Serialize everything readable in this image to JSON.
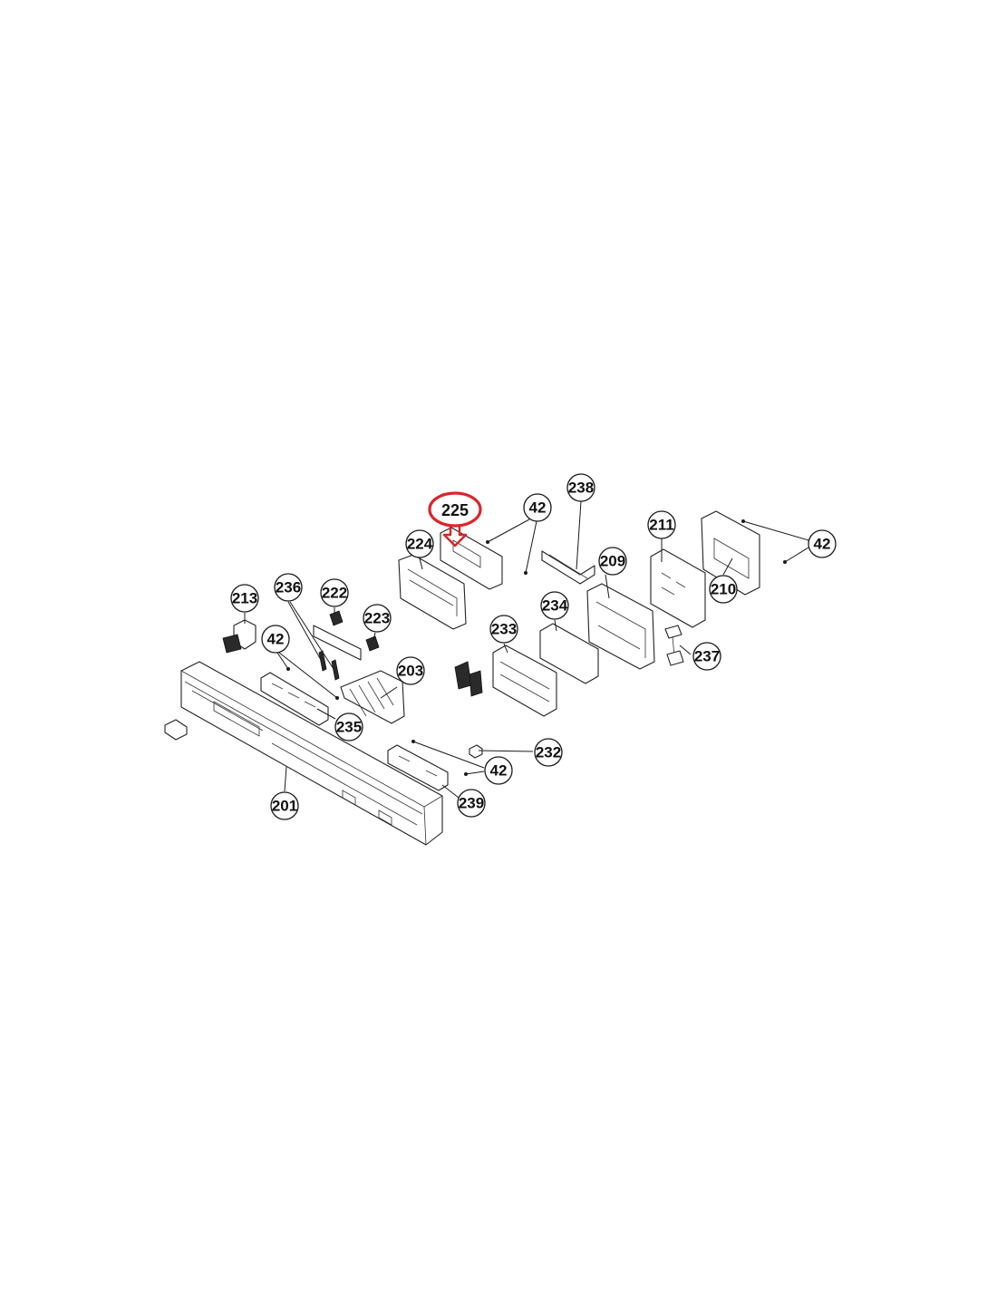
{
  "diagram": {
    "highlight_color": "#d9262c",
    "line_color": "#1a1a1a",
    "highlighted_part": "225",
    "callouts": [
      {
        "id": "c225",
        "label": "225"
      },
      {
        "id": "c42a",
        "label": "42"
      },
      {
        "id": "c238",
        "label": "238"
      },
      {
        "id": "c211",
        "label": "211"
      },
      {
        "id": "c42b",
        "label": "42"
      },
      {
        "id": "c224",
        "label": "224"
      },
      {
        "id": "c209",
        "label": "209"
      },
      {
        "id": "c210",
        "label": "210"
      },
      {
        "id": "c213",
        "label": "213"
      },
      {
        "id": "c236",
        "label": "236"
      },
      {
        "id": "c222",
        "label": "222"
      },
      {
        "id": "c223",
        "label": "223"
      },
      {
        "id": "c234",
        "label": "234"
      },
      {
        "id": "c233",
        "label": "233"
      },
      {
        "id": "c237",
        "label": "237"
      },
      {
        "id": "c42c",
        "label": "42"
      },
      {
        "id": "c203",
        "label": "203"
      },
      {
        "id": "c235",
        "label": "235"
      },
      {
        "id": "c232",
        "label": "232"
      },
      {
        "id": "c42d",
        "label": "42"
      },
      {
        "id": "c239",
        "label": "239"
      },
      {
        "id": "c201",
        "label": "201"
      }
    ]
  }
}
